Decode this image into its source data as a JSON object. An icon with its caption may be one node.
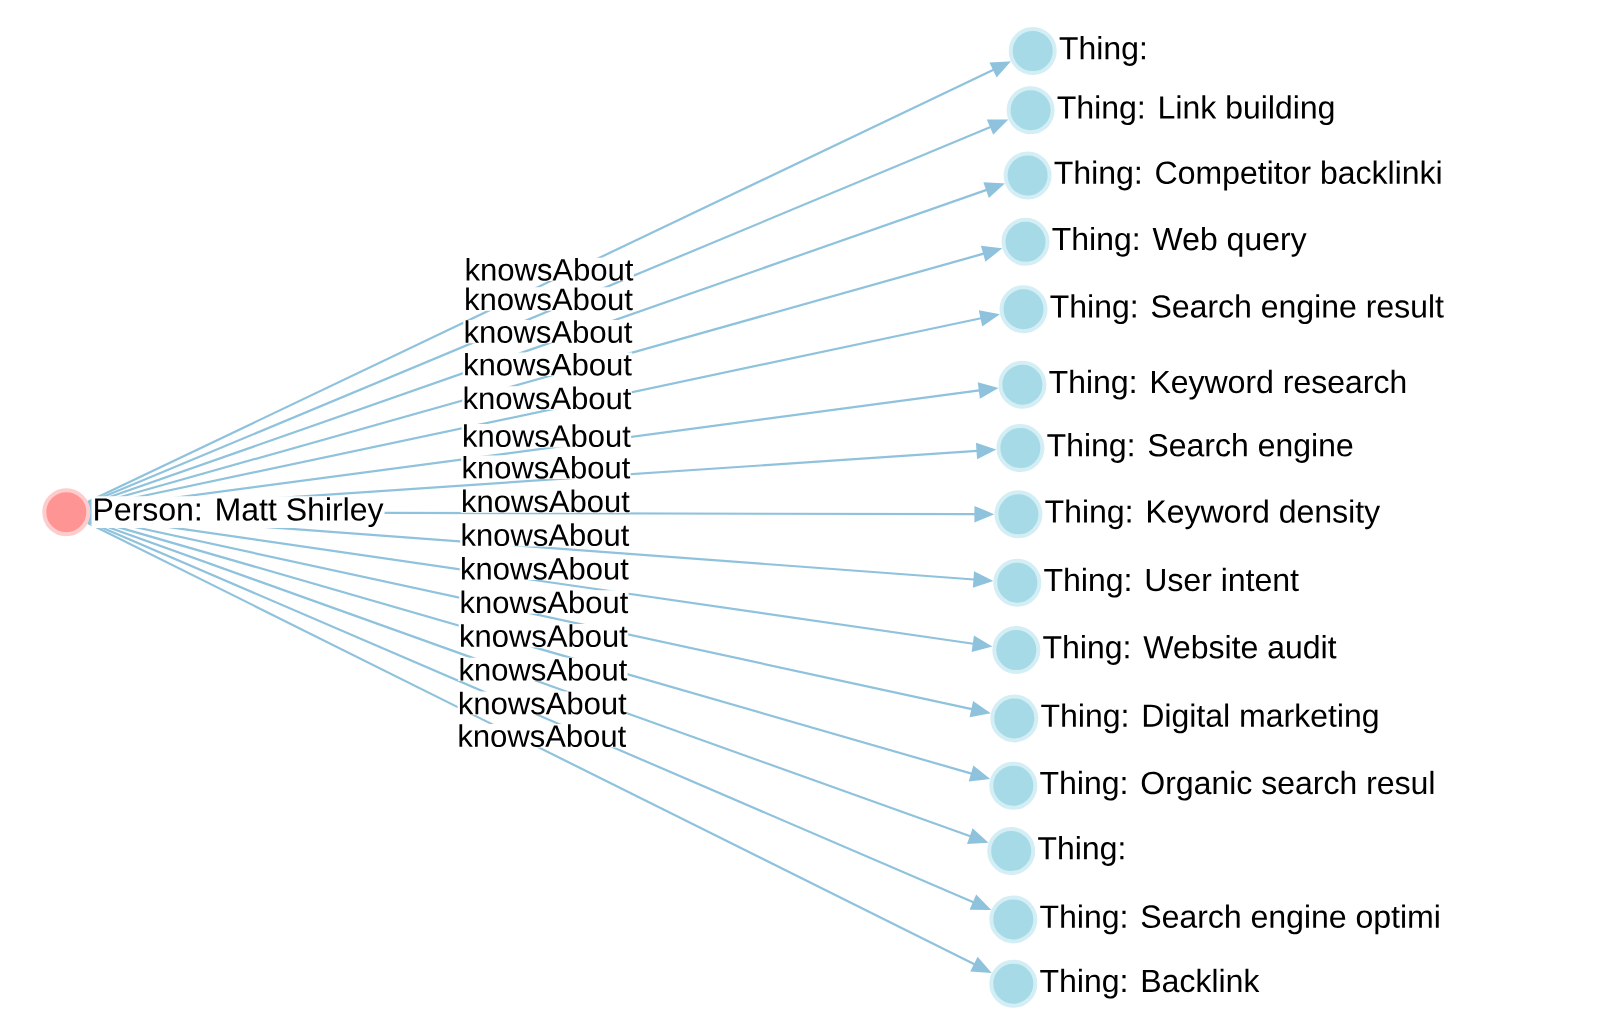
{
  "diagram": {
    "nodes": [
      {
        "text": [
          "Person: Matt Shirley"
        ]
      },
      {
        "text": [
          "Thing:"
        ]
      },
      {
        "text": [
          "Thing: Link building"
        ]
      },
      {
        "text": [
          "Thing: Competitor backlinki"
        ]
      },
      {
        "text": [
          "Thing: Web query"
        ]
      },
      {
        "text": [
          "Thing: Search engine result"
        ]
      },
      {
        "text": [
          "Thing: Keyword research"
        ]
      },
      {
        "text": [
          "Thing: Search engine"
        ]
      },
      {
        "text": [
          "Thing: Keyword density"
        ]
      },
      {
        "text": [
          "Thing: User intent"
        ]
      },
      {
        "text": [
          "Thing: Website audit"
        ]
      },
      {
        "text": [
          "Thing: Digital marketing"
        ]
      },
      {
        "text": [
          "Thing: Organic search resul"
        ]
      },
      {
        "text": [
          "Thing:"
        ]
      },
      {
        "text": [
          "Thing: Search engine optimi"
        ]
      },
      {
        "text": [
          "Thing: Backlink"
        ]
      }
    ],
    "edges": [
      {
        "from": 0,
        "to": 1,
        "arrow": "to",
        "label": "knowsAbout"
      },
      {
        "from": 0,
        "to": 2,
        "arrow": "to",
        "label": "knowsAbout"
      },
      {
        "from": 0,
        "to": 3,
        "arrow": "to",
        "label": "knowsAbout"
      },
      {
        "from": 0,
        "to": 4,
        "arrow": "to",
        "label": "knowsAbout"
      },
      {
        "from": 0,
        "to": 5,
        "arrow": "to",
        "label": "knowsAbout"
      },
      {
        "from": 0,
        "to": 6,
        "arrow": "to",
        "label": "knowsAbout"
      },
      {
        "from": 0,
        "to": 7,
        "arrow": "to",
        "label": "knowsAbout"
      },
      {
        "from": 0,
        "to": 8,
        "arrow": "to",
        "label": "knowsAbout"
      },
      {
        "from": 0,
        "to": 9,
        "arrow": "to",
        "label": "knowsAbout"
      },
      {
        "from": 0,
        "to": 10,
        "arrow": "to",
        "label": "knowsAbout"
      },
      {
        "from": 0,
        "to": 11,
        "arrow": "to",
        "label": "knowsAbout"
      },
      {
        "from": 0,
        "to": 12,
        "arrow": "to",
        "label": "knowsAbout"
      },
      {
        "from": 0,
        "to": 13,
        "arrow": "to",
        "label": "knowsAbout"
      },
      {
        "from": 0,
        "to": 14,
        "arrow": "to",
        "label": "knowsAbout"
      },
      {
        "from": 0,
        "to": 15,
        "arrow": "to",
        "label": "knowsAbout"
      }
    ]
  }
}
